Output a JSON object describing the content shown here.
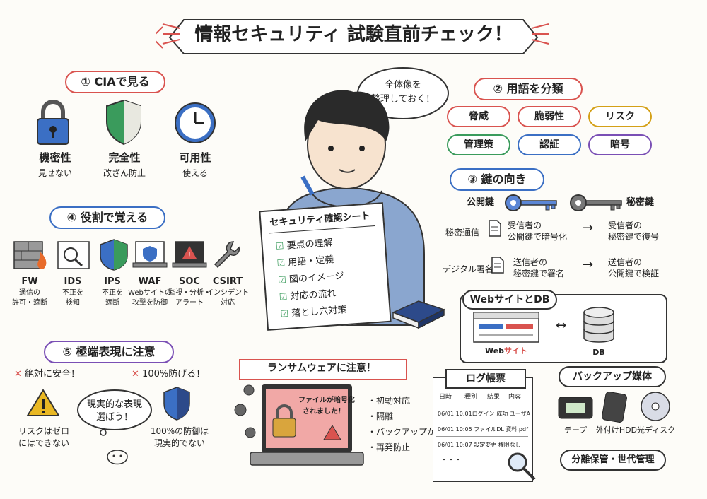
{
  "title": "情報セキュリティ 試験直前チェック！",
  "speech": {
    "line1": "全体像を",
    "line2": "整理しておく！"
  },
  "cia": {
    "heading": "① CIAで見る",
    "items": [
      {
        "name": "機密性",
        "desc": "見せない",
        "icon": "padlock-icon"
      },
      {
        "name": "完全性",
        "desc": "改ざん防止",
        "icon": "shield-icon"
      },
      {
        "name": "可用性",
        "desc": "使える",
        "icon": "clock-icon"
      }
    ]
  },
  "terms": {
    "heading": "② 用語を分類",
    "items": [
      {
        "label": "脅威",
        "color": "#d9534f"
      },
      {
        "label": "脆弱性",
        "color": "#d9534f"
      },
      {
        "label": "リスク",
        "color": "#d4a017"
      },
      {
        "label": "管理策",
        "color": "#3a9b5c"
      },
      {
        "label": "認証",
        "color": "#3b6fc4"
      },
      {
        "label": "暗号",
        "color": "#7a4fb5"
      }
    ]
  },
  "keys": {
    "heading": "③ 鍵の向き",
    "public_label": "公開鍵",
    "secret_label": "秘密鍵",
    "rows": [
      {
        "label": "秘密通信",
        "mid1": "受信者の",
        "mid2": "公開鍵で暗号化",
        "end1": "受信者の",
        "end2": "秘密鍵で復号"
      },
      {
        "label": "デジタル署名",
        "mid1": "送信者の",
        "mid2": "秘密鍵で署名",
        "end1": "送信者の",
        "end2": "公開鍵で検証"
      }
    ]
  },
  "roles": {
    "heading": "④ 役割で覚える",
    "items": [
      {
        "name": "FW",
        "d1": "通信の",
        "d2": "許可・遮断",
        "icon": "firewall-icon"
      },
      {
        "name": "IDS",
        "d1": "不正を",
        "d2": "検知",
        "icon": "magnifier-icon"
      },
      {
        "name": "IPS",
        "d1": "不正を",
        "d2": "遮断",
        "icon": "shield-icon"
      },
      {
        "name": "WAF",
        "d1": "Webサイトの",
        "d2": "攻撃を防御",
        "icon": "laptop-shield-icon"
      },
      {
        "name": "SOC",
        "d1": "監視・分析・",
        "d2": "アラート",
        "icon": "laptop-warning-icon"
      },
      {
        "name": "CSIRT",
        "d1": "インシデント",
        "d2": "対応",
        "icon": "wrench-icon"
      }
    ]
  },
  "sheet": {
    "title": "セキュリティ確認シート",
    "items": [
      "要点の理解",
      "用語・定義",
      "図のイメージ",
      "対応の流れ",
      "落とし穴対策"
    ]
  },
  "web_db": {
    "heading": "WebサイトとDB",
    "web_prefix": "Web",
    "web_suffix": "サイト",
    "db_label": "DB"
  },
  "extreme": {
    "heading": "⑤ 極端表現に注意",
    "left_claim": "絶対に安全！",
    "right_claim": "100%防げる！",
    "left_note1": "リスクはゼロ",
    "left_note2": "にはできない",
    "bubble1": "現実的な表現",
    "bubble2": "選ぼう！",
    "right_note1": "100%の防御は",
    "right_note2": "現実的でない"
  },
  "ransom": {
    "heading": "ランサムウェアに注意！",
    "screen1": "ファイルが暗号化",
    "screen2": "されました！",
    "steps": [
      "・初動対応",
      "・隔離",
      "・バックアップから復元",
      "・再発防止"
    ]
  },
  "log": {
    "heading": "ログ帳票",
    "columns": [
      "日時",
      "種別",
      "結果",
      "内容"
    ],
    "rows": [
      [
        "06/01",
        "10:01",
        "ログイン",
        "成功",
        "ユーザA"
      ],
      [
        "06/01",
        "10:05",
        "ファイル",
        "DL",
        "資料.pdf"
      ],
      [
        "06/01",
        "10:07",
        "設定変更",
        "",
        "権限なし"
      ]
    ],
    "more": "・・・"
  },
  "backup": {
    "heading": "バックアップ媒体",
    "media": [
      "テープ",
      "外付けHDD",
      "光ディスク"
    ],
    "note": "分離保管・世代管理"
  },
  "colors": {
    "red": "#d9534f",
    "blue": "#3b6fc4",
    "navy": "#2d4a8a",
    "green": "#3a9b5c",
    "yellow": "#e9b824",
    "key": "#5b86d6"
  }
}
